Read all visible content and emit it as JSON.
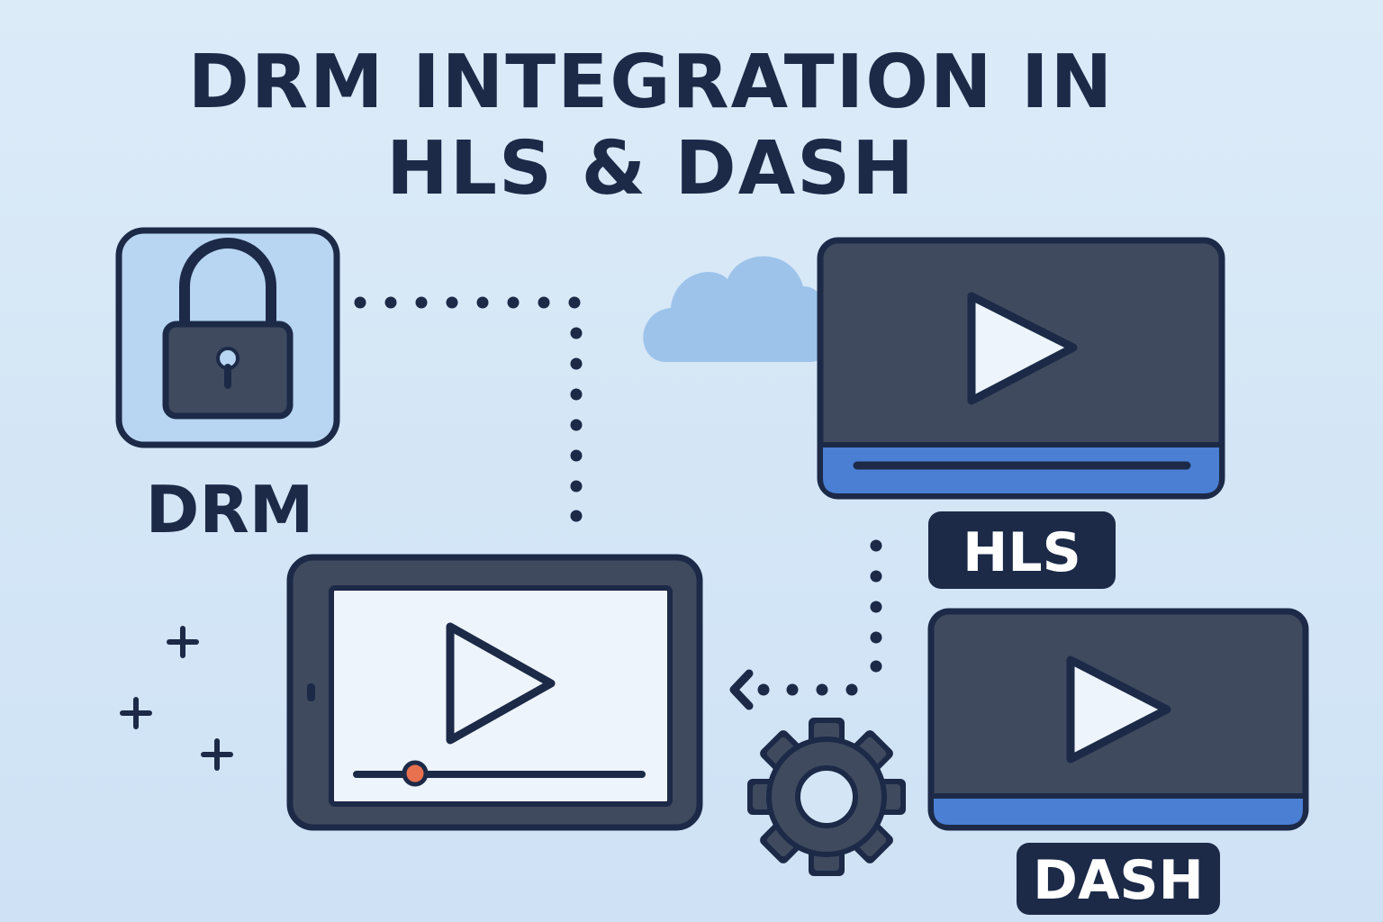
{
  "title": {
    "line1": "DRM INTEGRATION IN",
    "line2": "HLS & DASH"
  },
  "nodes": {
    "drm": {
      "label": "DRM",
      "icon": "padlock-icon"
    },
    "hls": {
      "label": "HLS",
      "icon": "play-icon"
    },
    "dash": {
      "label": "DASH",
      "icon": "play-icon"
    },
    "device": {
      "icon": "tablet-icon"
    },
    "settings": {
      "icon": "gear-icon"
    },
    "cloud": {
      "icon": "cloud-icon"
    }
  },
  "colors": {
    "background": "#d4e6f6",
    "ink": "#1c2a48",
    "screen_dark": "#3f4a5e",
    "accent_blue": "#4a7fd4",
    "cloud": "#9dc3ea",
    "playhead": "#e8714f"
  }
}
